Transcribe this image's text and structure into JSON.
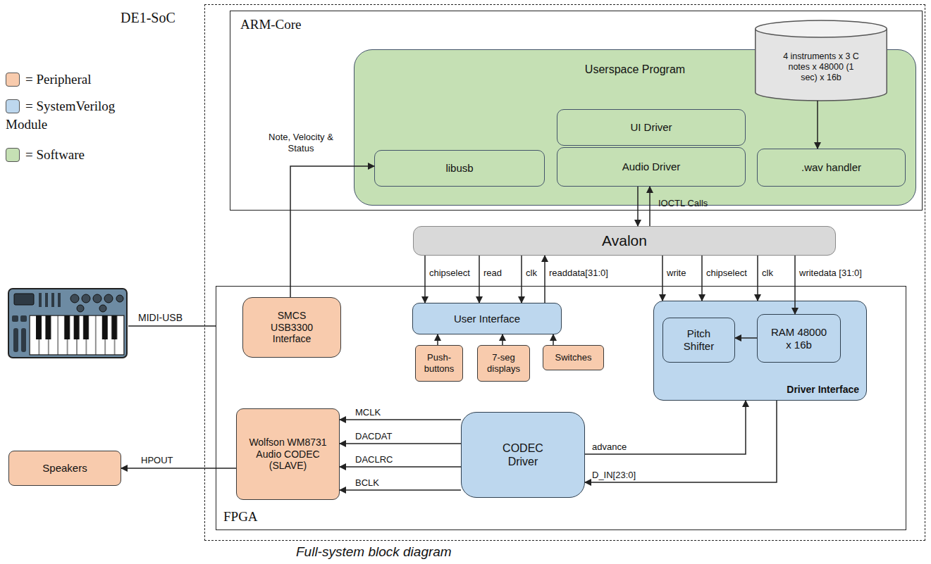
{
  "diagram": {
    "caption": "Full-system block diagram",
    "nodes": [
      {
        "text": [
          "DE1-SoC"
        ]
      },
      {
        "text": [
          "ARM-Core"
        ],
        "in": 0
      },
      {
        "text": [
          "Userspace Program"
        ],
        "in": 1
      },
      {
        "text": [
          "4 instruments x 3 C notes x 48000 (1 sec) x 16b"
        ],
        "in": 2
      },
      {
        "text": [
          "UI Driver"
        ],
        "in": 2
      },
      {
        "text": [
          "libusb"
        ],
        "in": 2
      },
      {
        "text": [
          "Audio Driver"
        ],
        "in": 2
      },
      {
        "text": [
          ".wav handler"
        ],
        "in": 2
      },
      {
        "text": [
          "Avalon"
        ],
        "in": 0
      },
      {
        "text": [
          "FPGA"
        ],
        "in": 0
      },
      {
        "text": [
          "SMCS USB3300 Interface"
        ],
        "in": 9
      },
      {
        "text": [
          "User Interface"
        ],
        "in": 9
      },
      {
        "text": [
          "Push-buttons"
        ],
        "in": 9
      },
      {
        "text": [
          "7-seg displays"
        ],
        "in": 9
      },
      {
        "text": [
          "Switches"
        ],
        "in": 9
      },
      {
        "text": [
          "Driver Interface"
        ],
        "in": 9
      },
      {
        "text": [
          "Pitch Shifter"
        ],
        "in": 15
      },
      {
        "text": [
          "RAM 48000 x 16b"
        ],
        "in": 15
      },
      {
        "text": [
          "Wolfson WM8731 Audio CODEC (SLAVE)"
        ],
        "in": 9
      },
      {
        "text": [
          "CODEC Driver"
        ],
        "in": 9
      },
      {
        "text": [
          "Speakers"
        ]
      }
    ],
    "edges": [
      {
        "from": 10,
        "to": 5,
        "label": "Note, Velocity & Status",
        "arrow": "to"
      },
      {
        "from": 6,
        "to": 8,
        "arrow": "to"
      },
      {
        "from": 8,
        "to": 6,
        "label": "IOCTL Calls",
        "arrow": "to"
      },
      {
        "from": 8,
        "to": 11,
        "label": "chipselect",
        "arrow": "to"
      },
      {
        "from": 8,
        "to": 11,
        "label": "read",
        "arrow": "to"
      },
      {
        "from": 8,
        "to": 11,
        "label": "clk",
        "arrow": "to"
      },
      {
        "from": 11,
        "to": 8,
        "label": "readdata[31:0]",
        "arrow": "to"
      },
      {
        "from": 8,
        "to": 15,
        "label": "write",
        "arrow": "to"
      },
      {
        "from": 8,
        "to": 15,
        "label": "chipselect",
        "arrow": "to"
      },
      {
        "from": 8,
        "to": 15,
        "label": "clk",
        "arrow": "to"
      },
      {
        "from": 8,
        "to": 17,
        "label": "writedata [31:0]",
        "arrow": "to"
      },
      {
        "from": 12,
        "to": 11,
        "arrow": "to"
      },
      {
        "from": 13,
        "to": 11,
        "arrow": "to"
      },
      {
        "from": 14,
        "to": 11,
        "arrow": "to"
      },
      {
        "from": 17,
        "to": 16,
        "arrow": "to"
      },
      {
        "from": 19,
        "to": 18,
        "label": "MCLK",
        "arrow": "to"
      },
      {
        "from": 19,
        "to": 18,
        "label": "DACDAT",
        "arrow": "to"
      },
      {
        "from": 19,
        "to": 18,
        "label": "DACLRC",
        "arrow": "to"
      },
      {
        "from": 19,
        "to": 18,
        "label": "BCLK",
        "arrow": "to"
      },
      {
        "from": 19,
        "to": 15,
        "label": "advance",
        "arrow": "to"
      },
      {
        "from": 15,
        "to": 19,
        "label": "D_IN[23:0]",
        "arrow": "to"
      },
      {
        "from": 18,
        "to": 20,
        "label": "HPOUT",
        "arrow": "to"
      },
      {
        "from": 3,
        "to": 7,
        "arrow": "to"
      }
    ],
    "labels": [
      "MIDI-USB"
    ],
    "legend": [
      {
        "text": "= Peripheral",
        "color": "#f8cbad"
      },
      {
        "text": "= SystemVerilog Module",
        "color": "#bdd7ee"
      },
      {
        "text": "= Software",
        "color": "#c5e0b4"
      }
    ]
  }
}
